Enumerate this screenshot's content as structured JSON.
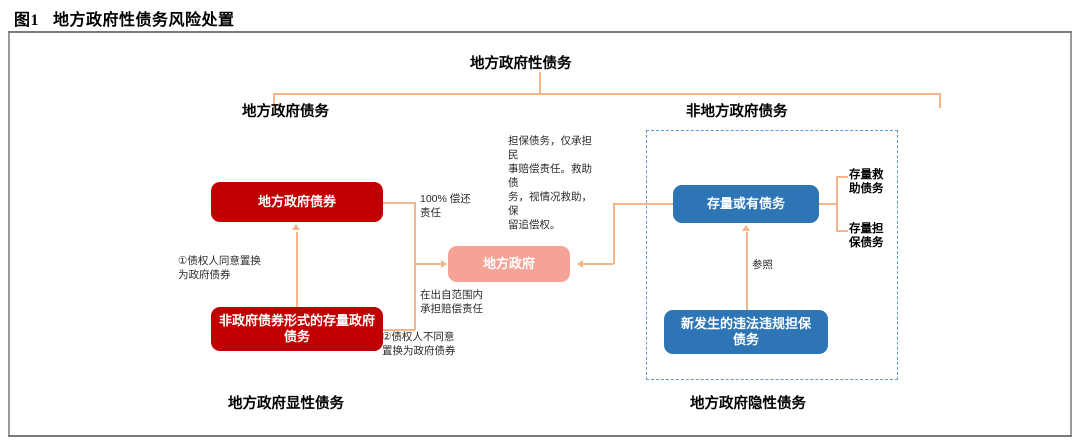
{
  "figure": {
    "label": "图1",
    "title": "地方政府性债务风险处置"
  },
  "hierarchy": {
    "root": "地方政府性债务",
    "left_branch": "地方政府债务",
    "right_branch": "非地方政府债务"
  },
  "nodes": {
    "local_gov_bond": "地方政府债券",
    "non_bond_stock_debt": "非政府债券形式的存量政府债务",
    "local_government": "地方政府",
    "stock_contingent_debt": "存量或有债务",
    "new_illegal_guarantee_debt": "新发生的违法违规担保\n债务"
  },
  "annotations": {
    "repay_100": "100% 偿还\n责任",
    "creditor_agree": "①债权人同意置换\n为政府债券",
    "liability_scope": "在出自范围内\n承担赔偿责任",
    "creditor_disagree": "②债权人不同意\n置换为政府债券",
    "guarantee_note": "担保债务，仅承担民\n事赔偿责任。救助债\n务，视情况救助，保\n留追偿权。",
    "reference": "参照"
  },
  "right_items": {
    "stock_rescue_debt": "存量救\n助债务",
    "stock_guarantee_debt": "存量担\n保债务"
  },
  "footers": {
    "explicit": "地方政府显性债务",
    "implicit": "地方政府隐性债务"
  },
  "colors": {
    "red": "#C00000",
    "pink": "#F5A396",
    "blue": "#2E75B6",
    "connector": "#F2B68A",
    "dashed": "#5B9BD5"
  }
}
